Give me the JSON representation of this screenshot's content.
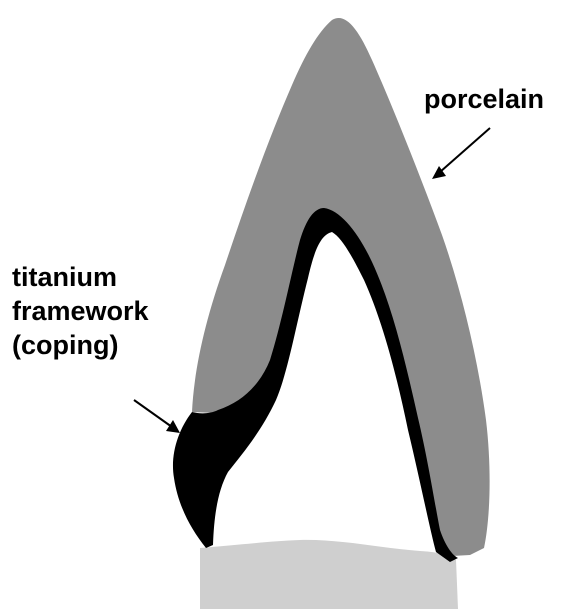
{
  "labels": {
    "porcelain": "porcelain",
    "framework_line1": "titanium",
    "framework_line2": "framework",
    "framework_line3": "(coping)"
  },
  "colors": {
    "porcelain": "#8c8c8c",
    "framework": "#000000",
    "tooth_root": "#cfcfcf",
    "text": "#000000"
  }
}
